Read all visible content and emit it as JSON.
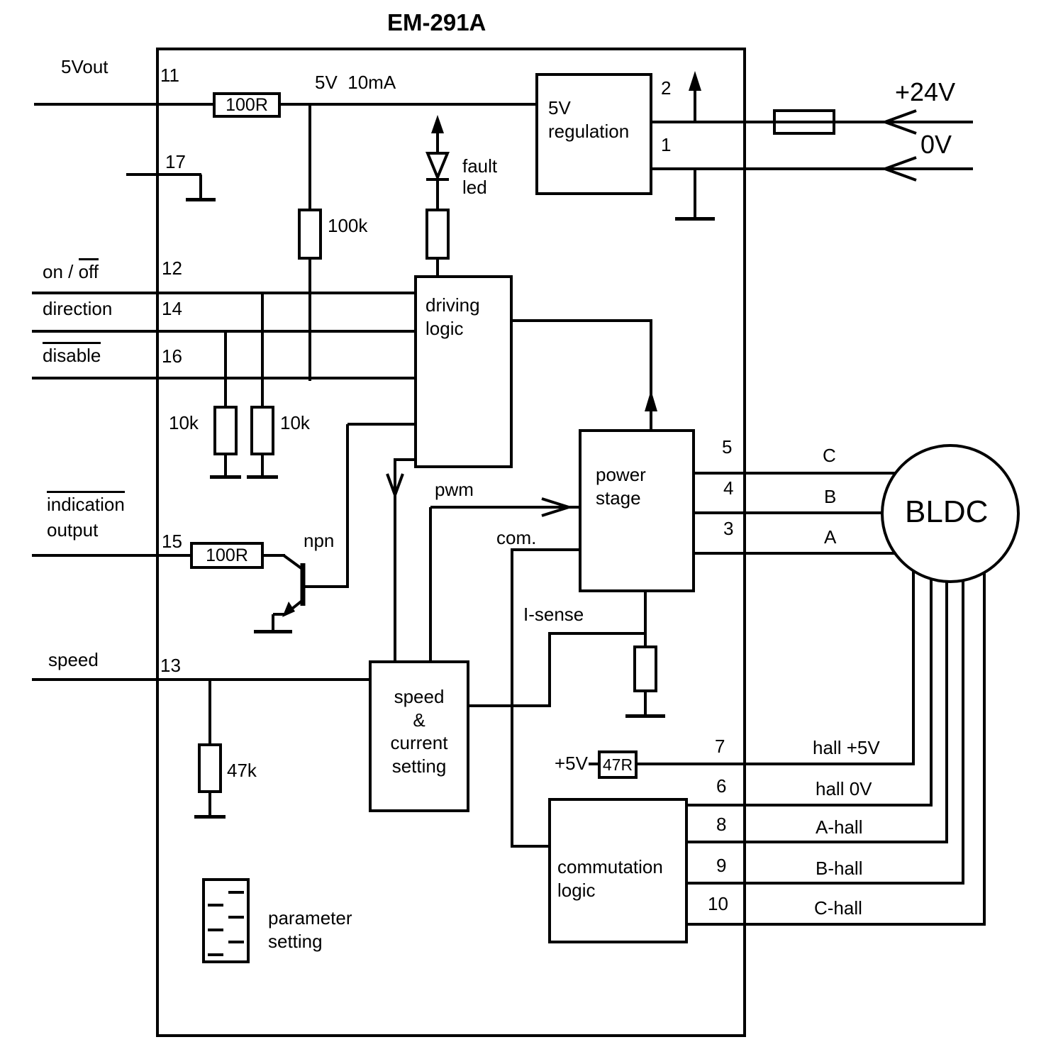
{
  "title": "EM-291A",
  "rails": {
    "v24": "+24V",
    "v0": "0V",
    "v5_10ma": "5V  10mA",
    "plus5v": "+5V"
  },
  "left_ports": {
    "vout": "5Vout",
    "on_prefix": "on / ",
    "on_overlined": "off",
    "direction": "direction",
    "disable": "disable",
    "indication_line1": "indication",
    "indication_line2": "output",
    "speed": "speed"
  },
  "pins": {
    "p1": "1",
    "p2": "2",
    "p3": "3",
    "p4": "4",
    "p5": "5",
    "p6": "6",
    "p7": "7",
    "p8": "8",
    "p9": "9",
    "p10": "10",
    "p11": "11",
    "p12": "12",
    "p13": "13",
    "p14": "14",
    "p15": "15",
    "p16": "16",
    "p17": "17"
  },
  "blocks": {
    "regulation_line1": "5V",
    "regulation_line2": "regulation",
    "driving_line1": "driving",
    "driving_line2": "logic",
    "power_line1": "power",
    "power_line2": "stage",
    "speed_line1": "speed",
    "speed_line2": "&",
    "speed_line3": "current",
    "speed_line4": "setting",
    "commutation_line1": "commutation",
    "commutation_line2": "logic",
    "parameter_line1": "parameter",
    "parameter_line2": "setting"
  },
  "components": {
    "r100r_top": "100R",
    "r100k": "100k",
    "r10k_left": "10k",
    "r10k_right": "10k",
    "r100r_indication": "100R",
    "r47k": "47k",
    "r47r": "47R",
    "npn": "npn",
    "fault_line1": "fault",
    "fault_line2": "led"
  },
  "signals": {
    "pwm": "pwm",
    "com": "com.",
    "isense": "I-sense"
  },
  "motor": {
    "label": "BLDC",
    "phase_a": "A",
    "phase_b": "B",
    "phase_c": "C",
    "hall_5v": "hall +5V",
    "hall_0v": "hall 0V",
    "hall_a": "A-hall",
    "hall_b": "B-hall",
    "hall_c": "C-hall"
  }
}
